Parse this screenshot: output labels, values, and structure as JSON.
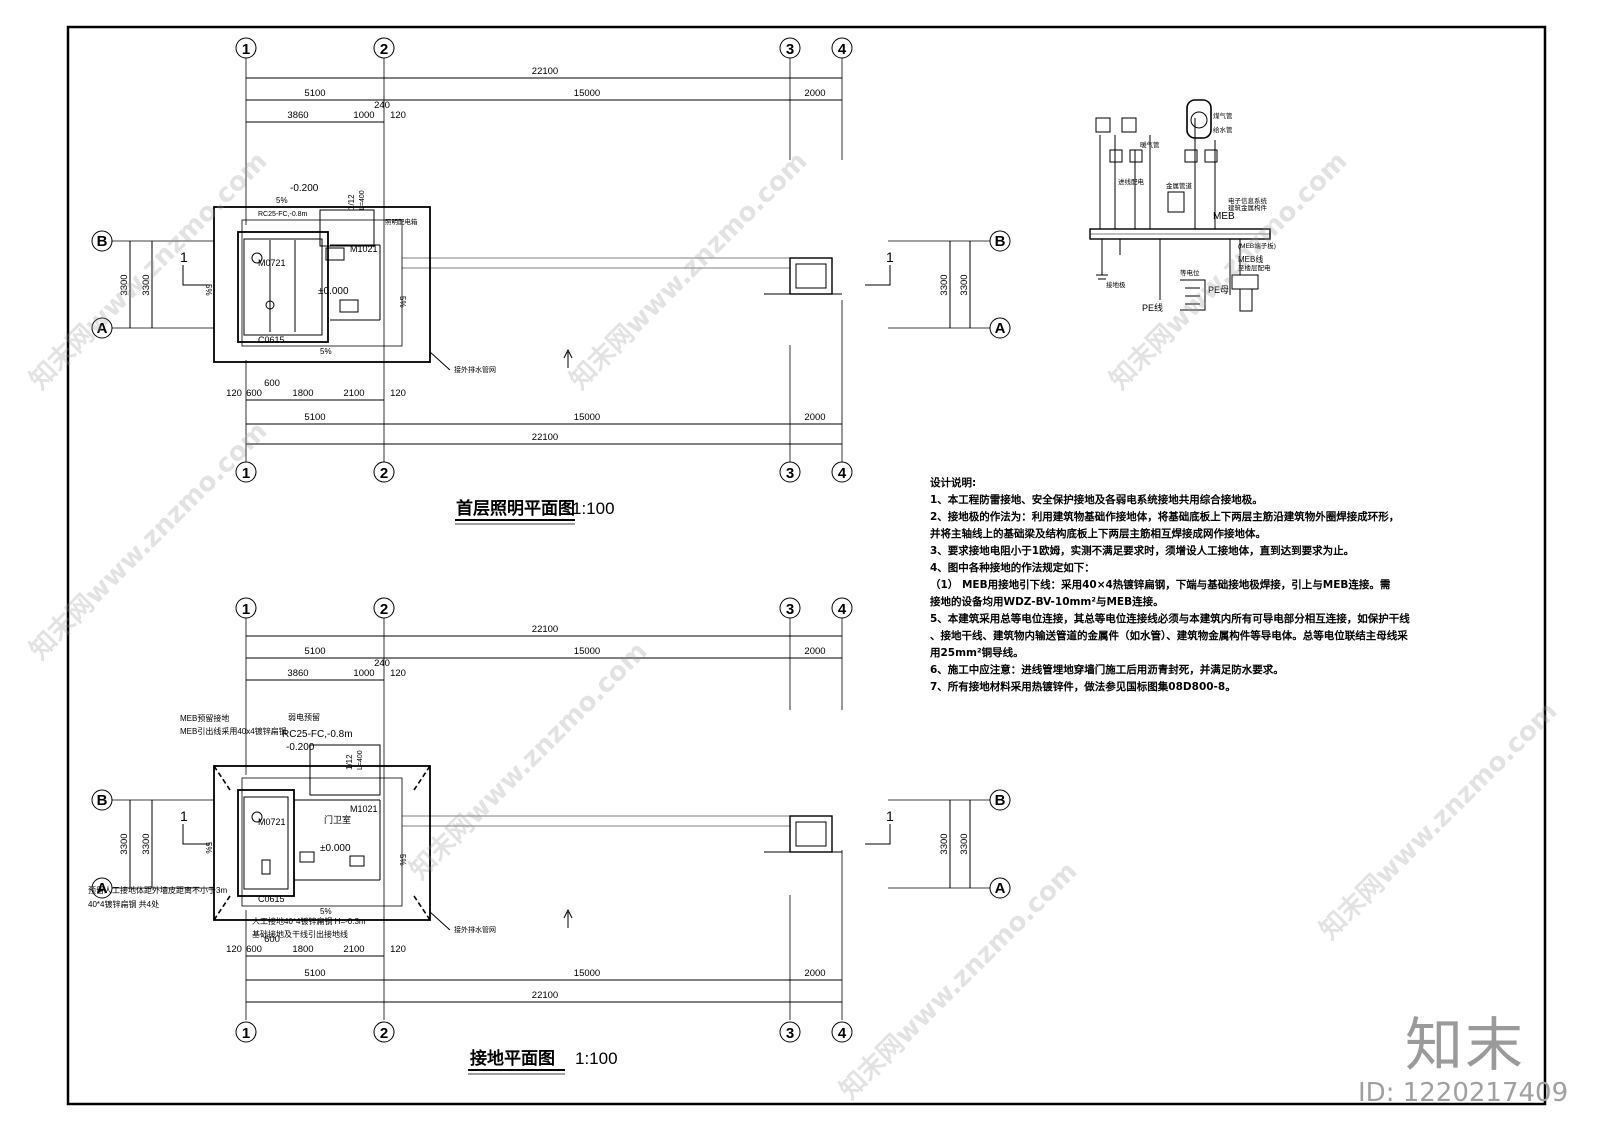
{
  "drawings": {
    "top": {
      "title": "首层照明平面图",
      "scale": "1:100",
      "axes_x": [
        "1",
        "2",
        "3",
        "4"
      ],
      "axes_y": [
        "B",
        "A"
      ],
      "dims_total": "22100",
      "dims_segments": [
        "5100",
        "15000",
        "2000"
      ],
      "dims_sub_top": [
        "3860",
        "1000",
        "240",
        "120"
      ],
      "dims_sub_bottom": [
        "120",
        "600",
        "600",
        "1800",
        "2100",
        "120"
      ],
      "dim_vertical": "3300",
      "section_mark": "1",
      "labels": {
        "level_top": "-0.200",
        "level_room": "±0.000",
        "door": "M1021",
        "door_small": "M0721",
        "window": "C0615",
        "slope1": "5%",
        "slope2": "5%",
        "slope3": "5%",
        "slope4": "5%",
        "ratio": "1/12",
        "l400": "L=400",
        "cable": "RC25-FC,-0.8m",
        "drain": "接外排水管网",
        "panel": "照明配电箱"
      }
    },
    "bottom": {
      "title": "接地平面图",
      "scale": "1:100",
      "axes_x": [
        "1",
        "2",
        "3",
        "4"
      ],
      "axes_y": [
        "B",
        "A"
      ],
      "dims_total": "22100",
      "dims_segments": [
        "5100",
        "15000",
        "2000"
      ],
      "dims_sub_top": [
        "3860",
        "1000",
        "240",
        "120"
      ],
      "dims_sub_bottom": [
        "120",
        "600",
        "600",
        "1800",
        "2100",
        "120"
      ],
      "dim_vertical": "3300",
      "section_mark": "1",
      "labels": {
        "weak": "弱电预留",
        "cable": "RC25-FC,-0.8m",
        "level_top": "-0.200",
        "meb1": "MEB预留接地",
        "meb2": "MEB引出线采用40x4镀锌扁钢",
        "room": "门卫室",
        "level_room": "±0.000",
        "door": "M1021",
        "door_small": "M0721",
        "window": "C0615",
        "slope1": "5%",
        "slope2": "5%",
        "slope3": "5%",
        "ratio": "1/12",
        "l400": "L=400",
        "ground_left1": "预留人工接地体距外墙皮距离不小于3m",
        "ground_left2": "40*4镀锌扁钢 共4处",
        "ground_bottom1": "人工接地40*4镀锌扁钢 H=-0.3m",
        "ground_bottom2": "基础接地及干线引出接地线",
        "drain": "接外排水管网"
      }
    }
  },
  "meb_diagram": {
    "labels": [
      "MEB",
      "(MEB端子板)",
      "MEB线",
      "PE线",
      "PE母",
      "至楼层配电",
      "电子信息系统",
      "建筑金属构件",
      "煤气管",
      "暖气管",
      "给水管",
      "接地极",
      "进线配电",
      "等电位",
      "金属管道"
    ]
  },
  "notes": {
    "heading": "设计说明:",
    "items": [
      "1、本工程防雷接地、安全保护接地及各弱电系统接地共用综合接地极。",
      "2、接地极的作法为：利用建筑物基础作接地体，将基础底板上下两层主筋沿建筑物外圈焊接成环形，",
      "并将主轴线上的基础梁及结构底板上下两层主筋相互焊接成网作接地体。",
      "3、要求接地电阻小于1欧姆，实测不满足要求时，须增设人工接地体，直到达到要求为止。",
      "4、图中各种接地的作法规定如下：",
      "（1） MEB用接地引下线：采用40×4热镀锌扁钢，下端与基础接地极焊接，引上与MEB连接。需",
      "接地的设备均用WDZ-BV-10mm²与MEB连接。",
      "5、本建筑采用总等电位连接，其总等电位连接线必须与本建筑内所有可导电部分相互连接，如保护干线",
      "、接地干线、建筑物内输送管道的金属件（如水管）、建筑物金属构件等导电体。总等电位联结主母线采",
      "用25mm²铜导线。",
      "6、施工中应注意：进线管埋地穿墙门施工后用沥青封死，并满足防水要求。",
      "7、所有接地材料采用热镀锌件，做法参见国标图集08D800-8。"
    ]
  },
  "brand": "知末",
  "image_id": "ID: 1220217409",
  "watermark": "知末网www.znzmo.com"
}
